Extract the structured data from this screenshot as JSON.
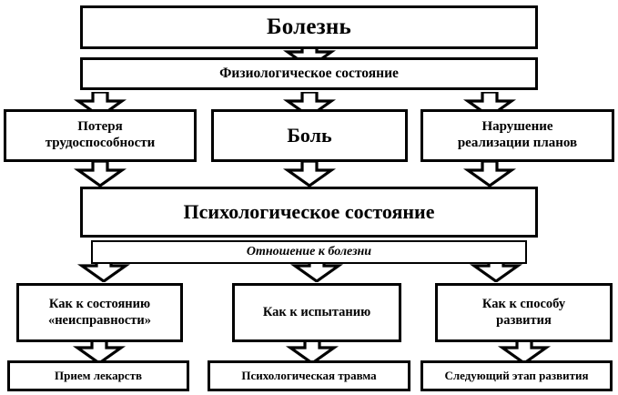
{
  "diagram": {
    "title_text": "Болезнь",
    "nodes": {
      "illness": "Болезнь",
      "physiological_state": "Физиологическое состояние",
      "loss_of_capacity": "Потеря\nтрудоспособности",
      "loss_of_capacity_line1": "Потеря",
      "loss_of_capacity_line2": "трудоспособности",
      "pain": "Боль",
      "plan_disruption_line1": "Нарушение",
      "plan_disruption_line2": "реализации планов",
      "psychological_state": "Психологическое состояние",
      "attitude_to_illness": "Отношение к болезни",
      "as_malfunction_line1": "Как к состоянию",
      "as_malfunction_line2": "«неисправности»",
      "as_trial": "Как к испытанию",
      "as_development_line1": "Как к способу",
      "as_development_line2": "развития",
      "taking_medicine": "Прием лекарств",
      "psychological_trauma": "Психологическая травма",
      "next_stage": "Следующий этап развития"
    },
    "colors": {
      "stroke": "#000000",
      "fill": "#ffffff",
      "text": "#000000"
    },
    "arrow_count": 12,
    "arrow_style": "hollow-block-down"
  }
}
